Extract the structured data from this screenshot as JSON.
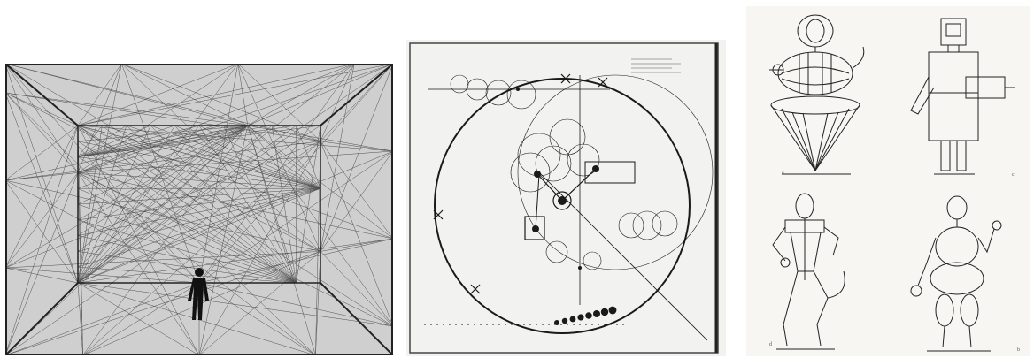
{
  "panels": [
    {
      "id": "room",
      "depicts": "perspective-room-drawing"
    },
    {
      "id": "orbit",
      "depicts": "circular-diagram-drawing"
    },
    {
      "id": "figures",
      "depicts": "costume-figure-drawings"
    }
  ],
  "figure_letters": [
    "a",
    "c",
    "d",
    "b"
  ],
  "colors": {
    "ink": "#1a1a1a",
    "paper": "#f2f2f0",
    "room_bg": "#cfcfcf"
  }
}
